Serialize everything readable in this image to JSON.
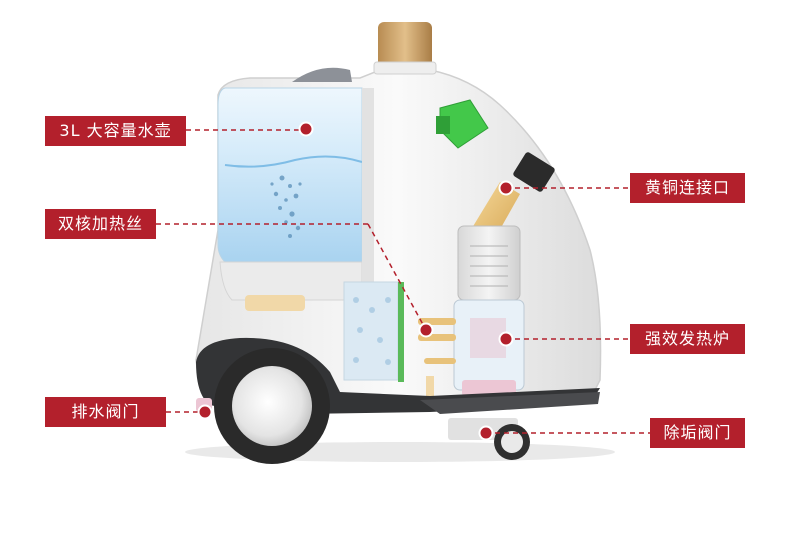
{
  "callouts": [
    {
      "id": "tank",
      "text": "3L 大容量水壶"
    },
    {
      "id": "filament",
      "text": "双核加热丝"
    },
    {
      "id": "valve",
      "text": "排水阀门"
    },
    {
      "id": "connector",
      "text": "黄铜连接口"
    },
    {
      "id": "heater",
      "text": "强效发热炉"
    },
    {
      "id": "descale",
      "text": "除垢阀门"
    }
  ],
  "colors": {
    "label_bg": "#b3202c",
    "marker": "#b3202c",
    "leader_line": "#b3202c",
    "water": "#bfe2f7",
    "brass": "#e8c27a",
    "cap": "#c9a26a",
    "green_part": "#43c84a",
    "wheel": "#2a2a2a",
    "body": "#f2f2f2"
  },
  "icons": [
    "product-illustration",
    "callout-marker"
  ]
}
